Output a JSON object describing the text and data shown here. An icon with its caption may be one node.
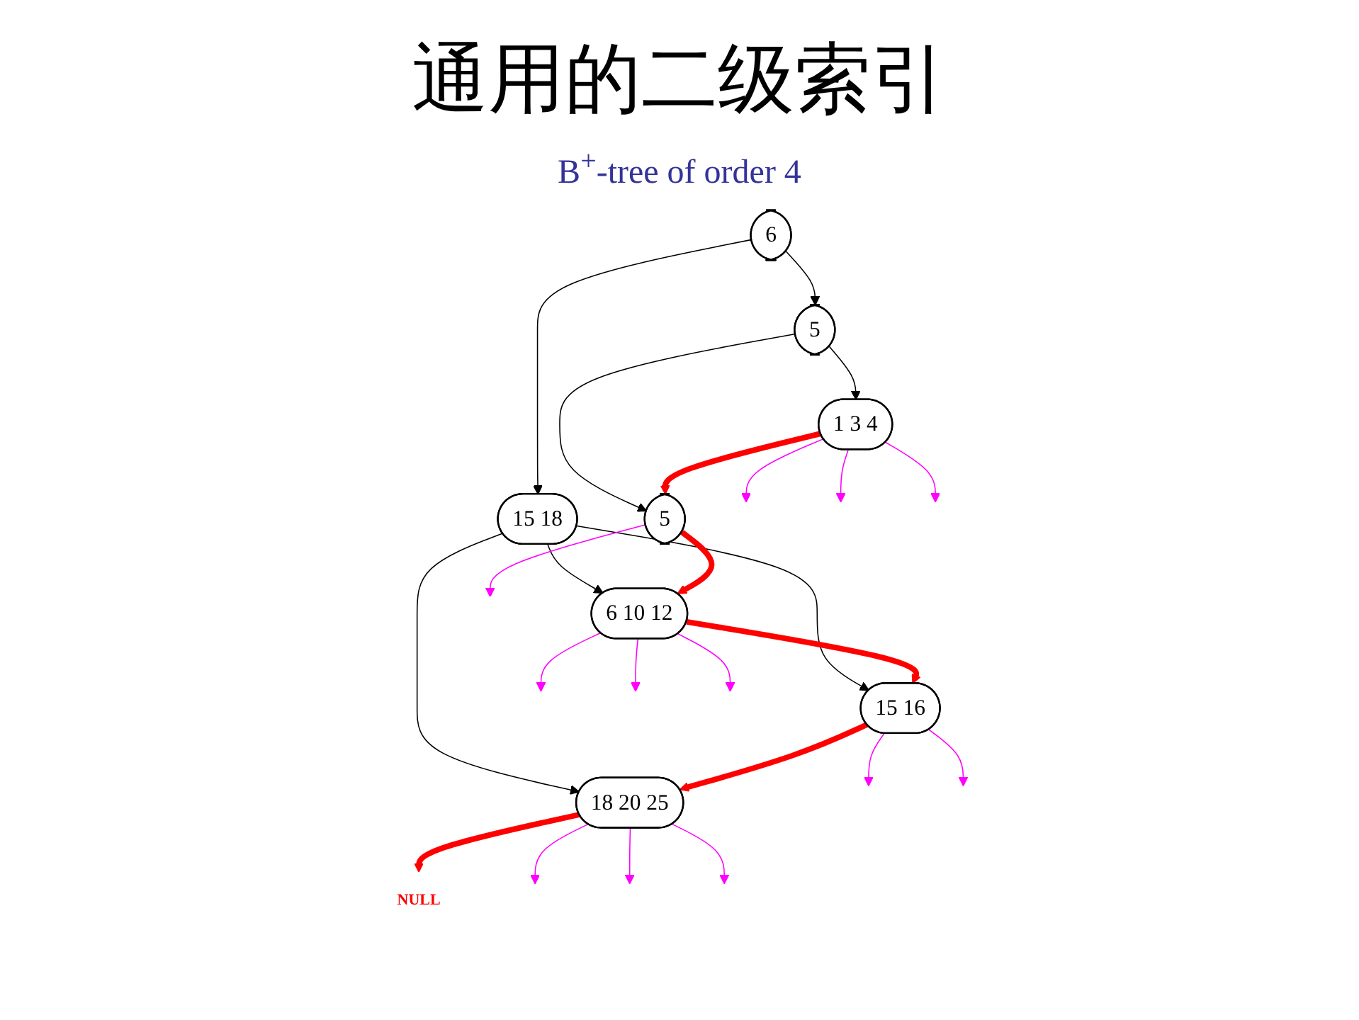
{
  "diagram": {
    "title": "通用的二级索引",
    "nodes": [
      {
        "text": [
          "6"
        ]
      },
      {
        "text": [
          "5"
        ]
      },
      {
        "text": [
          "15 18"
        ]
      },
      {
        "text": [
          "1 3 4"
        ]
      },
      {
        "text": [
          "5"
        ]
      },
      {
        "text": [
          "6 10 12"
        ]
      },
      {
        "text": [
          "15 16"
        ]
      },
      {
        "text": [
          "18 20 25"
        ]
      },
      {
        "text": [
          "NULL"
        ]
      }
    ],
    "edges": [
      {
        "from": 0,
        "to": 1,
        "arrow": "to",
        "color": "#000000"
      },
      {
        "from": 0,
        "to": 2,
        "arrow": "to",
        "color": "#000000"
      },
      {
        "from": 1,
        "to": 3,
        "arrow": "to",
        "color": "#000000"
      },
      {
        "from": 1,
        "to": 4,
        "arrow": "to",
        "color": "#000000"
      },
      {
        "from": 2,
        "to": 5,
        "arrow": "to",
        "color": "#000000"
      },
      {
        "from": 2,
        "to": 6,
        "arrow": "to",
        "color": "#000000"
      },
      {
        "from": 2,
        "to": 7,
        "arrow": "to",
        "color": "#000000"
      },
      {
        "from": 3,
        "to": 4,
        "arrow": "to",
        "style": "thick",
        "color": "#ff0000"
      },
      {
        "from": 4,
        "to": 5,
        "arrow": "to",
        "style": "thick",
        "color": "#ff0000"
      },
      {
        "from": 5,
        "to": 6,
        "arrow": "to",
        "style": "thick",
        "color": "#ff0000"
      },
      {
        "from": 6,
        "to": 7,
        "arrow": "to",
        "style": "thick",
        "color": "#ff0000"
      },
      {
        "from": 7,
        "to": 8,
        "arrow": "to",
        "style": "thick",
        "color": "#ff0000"
      },
      {
        "from": 3,
        "to": null,
        "arrow": "to",
        "color": "#ff00ff"
      },
      {
        "from": 3,
        "to": null,
        "arrow": "to",
        "color": "#ff00ff"
      },
      {
        "from": 3,
        "to": null,
        "arrow": "to",
        "color": "#ff00ff"
      },
      {
        "from": 4,
        "to": null,
        "arrow": "to",
        "color": "#ff00ff"
      },
      {
        "from": 5,
        "to": null,
        "arrow": "to",
        "color": "#ff00ff"
      },
      {
        "from": 5,
        "to": null,
        "arrow": "to",
        "color": "#ff00ff"
      },
      {
        "from": 5,
        "to": null,
        "arrow": "to",
        "color": "#ff00ff"
      },
      {
        "from": 6,
        "to": null,
        "arrow": "to",
        "color": "#ff00ff"
      },
      {
        "from": 6,
        "to": null,
        "arrow": "to",
        "color": "#ff00ff"
      },
      {
        "from": 7,
        "to": null,
        "arrow": "to",
        "color": "#ff00ff"
      },
      {
        "from": 7,
        "to": null,
        "arrow": "to",
        "color": "#ff00ff"
      },
      {
        "from": 7,
        "to": null,
        "arrow": "to",
        "color": "#ff00ff"
      }
    ],
    "labels": [
      "B$^{+}$-tree of order 4"
    ]
  }
}
